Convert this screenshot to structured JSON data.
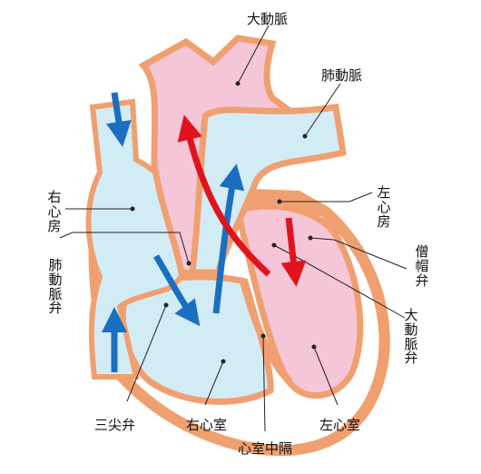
{
  "colors": {
    "outline": "#f0a070",
    "right_side": "#d2ecf5",
    "left_side": "#f5c6d8",
    "oxygenated_arrow": "#e0141e",
    "deoxygenated_arrow": "#1a6fc0",
    "leader_line": "#222222"
  },
  "labels": {
    "aorta": "大動脈",
    "pulmonary_artery": "肺動脈",
    "right_atrium": "右心房",
    "left_atrium": "左心房",
    "mitral_valve": "僧帽弁",
    "pulmonary_valve": "肺動脈弁",
    "aortic_valve": "大動脈弁",
    "tricuspid_valve": "三尖弁",
    "right_ventricle": "右心室",
    "left_ventricle": "左心室",
    "septum": "心室中隔"
  }
}
